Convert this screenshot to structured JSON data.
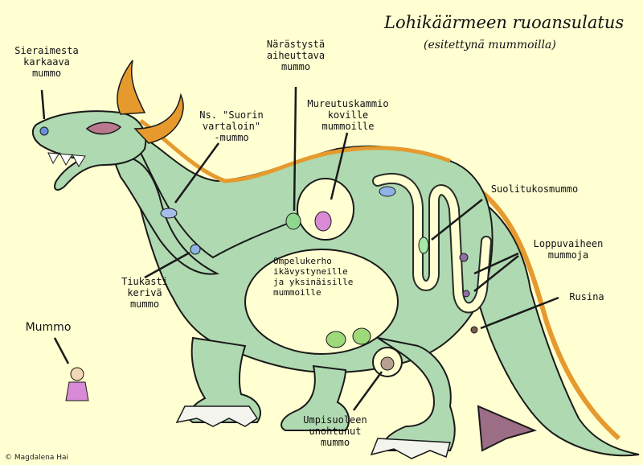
{
  "title": "Lohikäärmeen ruoansulatus",
  "subtitle": "(esitettynä mummoilla)",
  "credit": "© Magdalena Hai",
  "labels": {
    "nostril": "Sieraimesta\nkarkaava\nmummo",
    "heartburn": "Närästystä\naiheuttava\nmummo",
    "straight": "Ns. \"Suorin\nvartaloin\"\n-mummo",
    "chewing": "Mureutuskammio\nkoville\nmummoille",
    "intestine": "Suolitukosmummo",
    "final": "Loppuvaiheen\nmummoja",
    "raisin": "Rusina",
    "knitting": "Ompelukerho\nikävystyneille\nja yksinäisille\nmummoille",
    "tight": "Tiukasti\nkerivä\nmummo",
    "mummo": "Mummo",
    "appendix": "Umpisuoleen\nunohtunut\nmummo"
  },
  "colors": {
    "body": "#AFD9B0",
    "outline": "#1A1A1A",
    "horn": "#E69A2E",
    "mane": "#E69A2E",
    "tail_tip": "#9C6E86",
    "chamber": "#FFFFD2",
    "granny_dress": "#D98AD6"
  }
}
